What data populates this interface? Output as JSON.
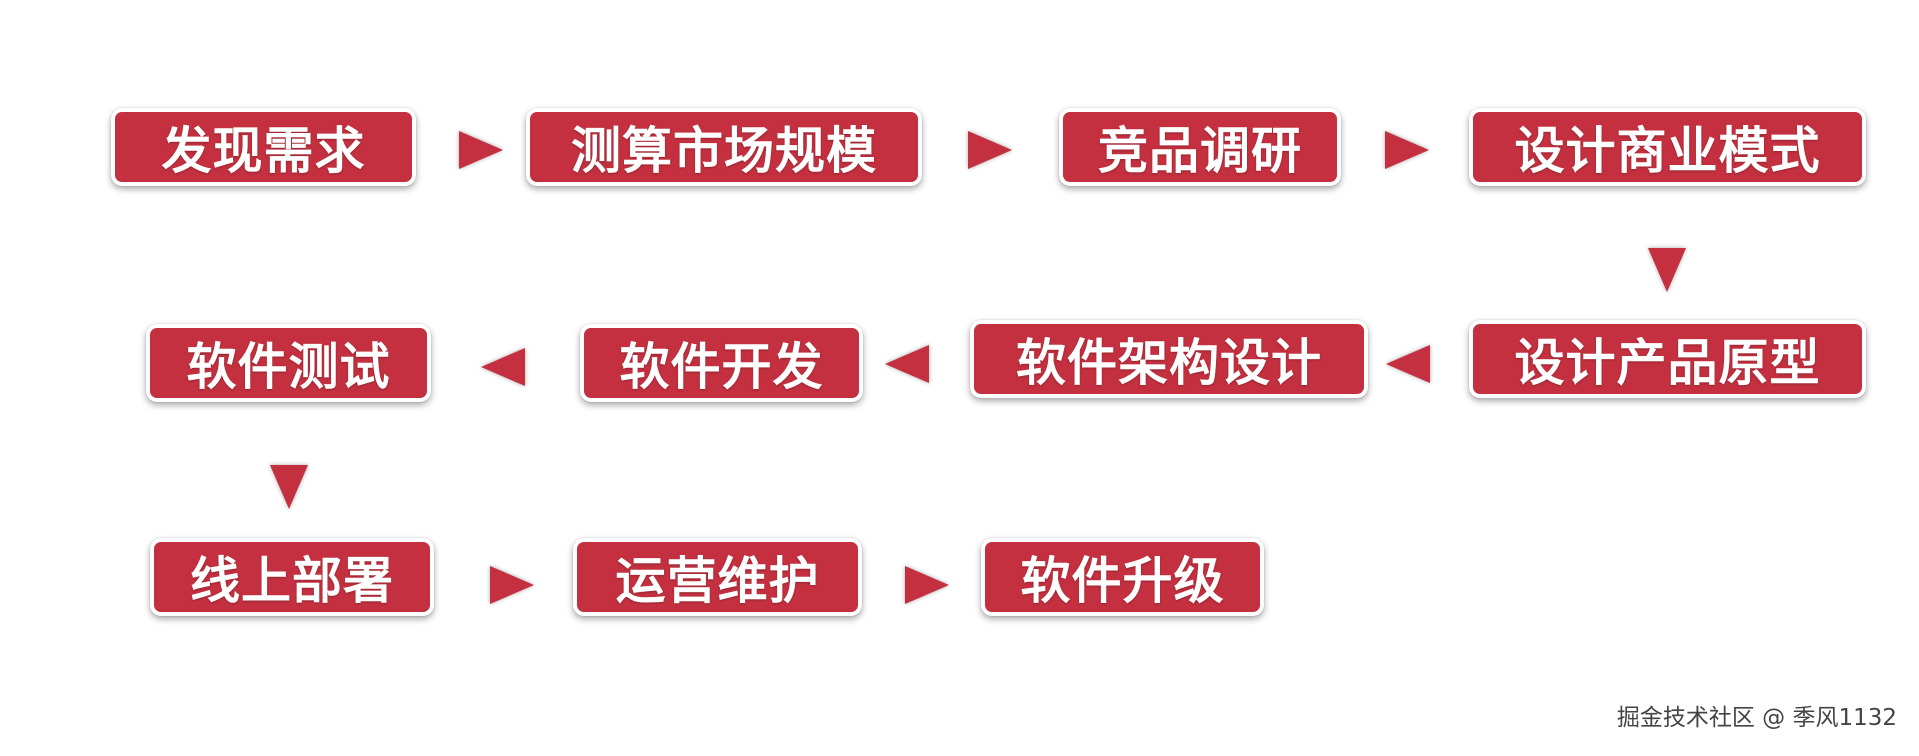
{
  "flow": {
    "row1": [
      "发现需求",
      "测算市场规模",
      "竞品调研",
      "设计商业模式"
    ],
    "row2": [
      "设计产品原型",
      "软件架构设计",
      "软件开发",
      "软件测试"
    ],
    "row3": [
      "线上部署",
      "运营维护",
      "软件升级"
    ]
  },
  "colors": {
    "box_fill": "#c4303f",
    "box_border": "#ffffff",
    "label_text": "#ffffff",
    "arrow_fill": "#c4303f"
  },
  "watermark": "掘金技术社区 @ 季风1132"
}
